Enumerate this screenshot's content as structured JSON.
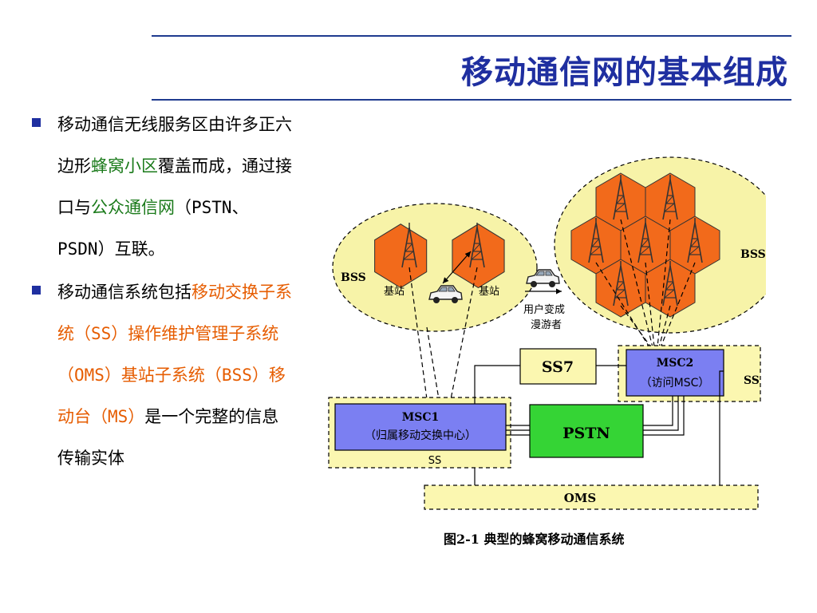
{
  "title": "移动通信网的基本组成",
  "bullets": [
    {
      "parts": [
        {
          "text": "移动通信无线服务区由许多正六边形",
          "color": "black"
        },
        {
          "text": "蜂窝小区",
          "color": "green"
        },
        {
          "text": "覆盖而成，通过接口与",
          "color": "black"
        },
        {
          "text": "公众通信网",
          "color": "green"
        },
        {
          "text": "（PSTN、PSDN）互联。",
          "color": "black"
        }
      ]
    },
    {
      "parts": [
        {
          "text": "移动通信系统包括",
          "color": "black"
        },
        {
          "text": "移动交换子系统（SS）操作维护管理子系统（OMS）基站子系统（BSS）移动台（MS）",
          "color": "orange"
        },
        {
          "text": "是一个完整的信息传输实体",
          "color": "black"
        }
      ]
    }
  ],
  "diagram": {
    "bss_left": "BSS",
    "bss_right": "BSS",
    "base_station_1": "基站",
    "base_station_2": "基站",
    "roamer_line1": "用户变成",
    "roamer_line2": "漫游者",
    "ss7": "SS7",
    "msc2_line1": "MSC2",
    "msc2_line2": "（访问MSC）",
    "ss_right": "SS",
    "msc1_line1": "MSC1",
    "msc1_line2": "（归属移动交换中心）",
    "ss_left": "SS",
    "pstn": "PSTN",
    "oms": "OMS"
  },
  "caption": "图2-1 典型的蜂窝移动通信系统",
  "colors": {
    "title": "#1f2fa0",
    "cell_fill": "#f26a1b",
    "bss_fill": "#f7f3a8",
    "msc_fill": "#7b7ff2",
    "pstn_fill": "#35d435",
    "ss7_fill": "#fbf7b0",
    "highlight_green": "#1a7a1a",
    "highlight_orange": "#e65c00"
  }
}
